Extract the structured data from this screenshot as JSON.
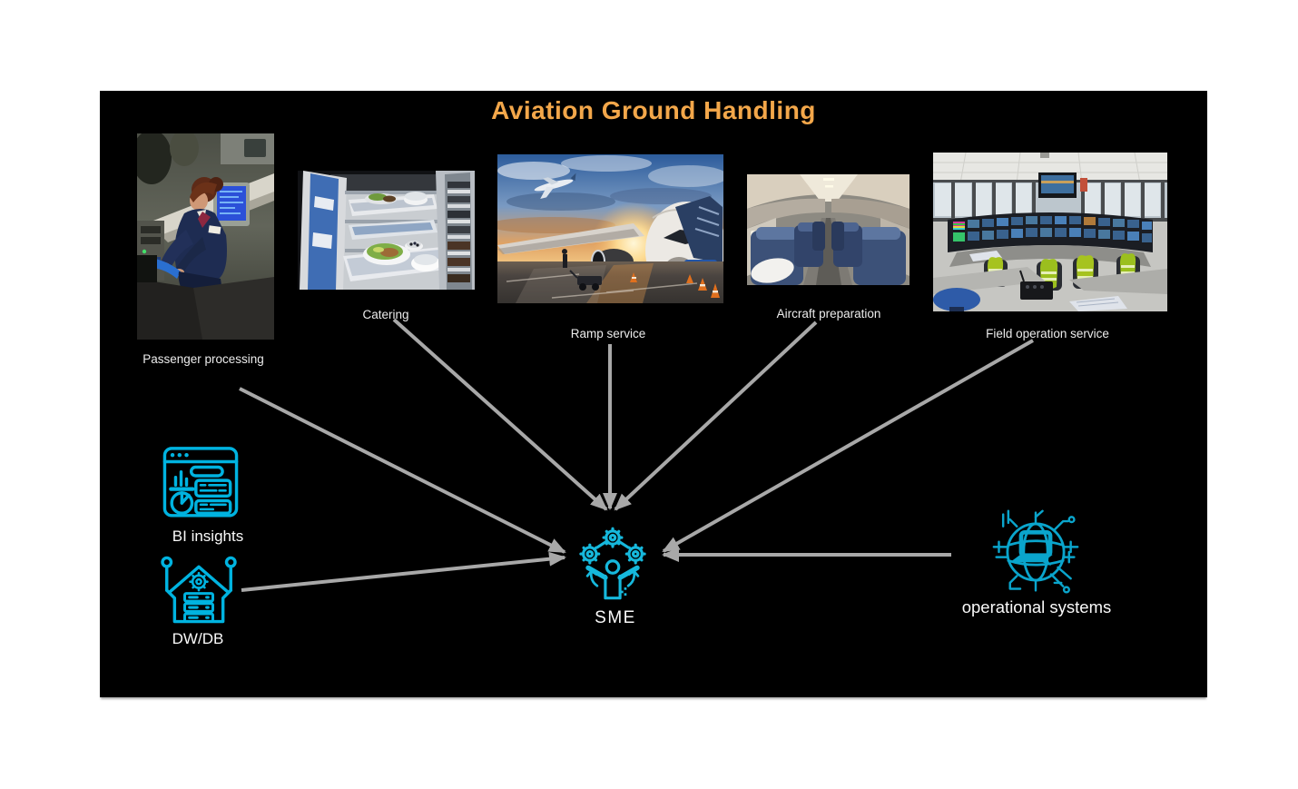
{
  "title": "Aviation Ground Handling",
  "colors": {
    "title_orange": "#F3A74A",
    "icon_cyan": "#00B4E0",
    "sme_cyan": "#16B8DC",
    "globe_cyan": "#0AA5CC",
    "arrow_gray": "#A8A8A8",
    "canvas_bg": "#000000",
    "page_bg": "#FFFFFF",
    "label_text": "#ECECEC"
  },
  "services": [
    {
      "id": "passenger-processing",
      "label": "Passenger processing",
      "image": "passenger-checkin-photo"
    },
    {
      "id": "catering",
      "label": "Catering",
      "image": "catering-cart-photo"
    },
    {
      "id": "ramp-service",
      "label": "Ramp service",
      "image": "ramp-sunset-photo"
    },
    {
      "id": "aircraft-preparation",
      "label": "Aircraft preparation",
      "image": "aircraft-cabin-photo"
    },
    {
      "id": "field-operation-service",
      "label": "Field operation service",
      "image": "control-room-photo"
    }
  ],
  "data_sources": [
    {
      "id": "bi-insights",
      "label": "BI insights",
      "icon": "dashboard-chart-icon"
    },
    {
      "id": "dw-db",
      "label": "DW/DB",
      "icon": "data-warehouse-gear-icon"
    }
  ],
  "center_node": {
    "id": "sme",
    "label": "SME",
    "icon": "person-with-gears-icon"
  },
  "right_node": {
    "id": "operational-systems",
    "label": "operational systems",
    "icon": "globe-laptop-circuit-icon"
  },
  "edges": [
    {
      "from": "passenger-processing",
      "to": "sme"
    },
    {
      "from": "catering",
      "to": "sme"
    },
    {
      "from": "ramp-service",
      "to": "sme"
    },
    {
      "from": "aircraft-preparation",
      "to": "sme"
    },
    {
      "from": "field-operation-service",
      "to": "sme"
    },
    {
      "from": "dw-db",
      "to": "sme"
    },
    {
      "from": "operational-systems",
      "to": "sme"
    }
  ]
}
